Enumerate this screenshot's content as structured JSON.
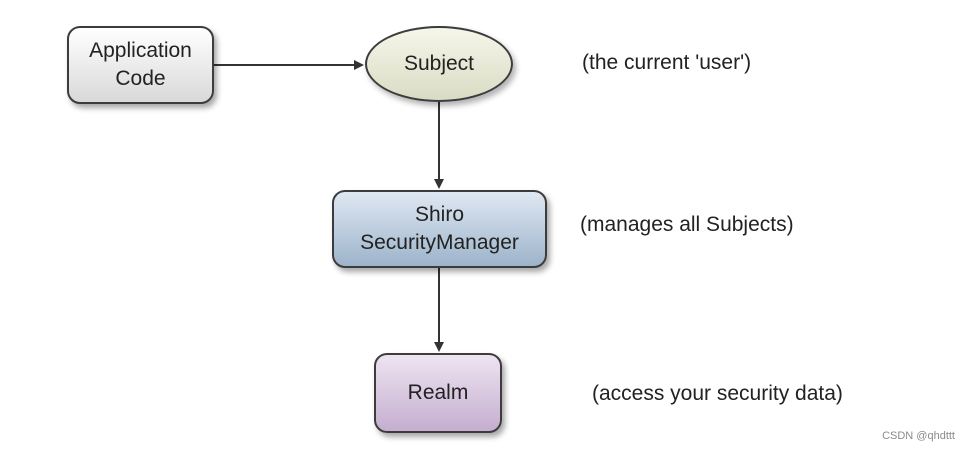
{
  "nodes": {
    "application_code": "Application\nCode",
    "subject": "Subject",
    "security_manager": "Shiro\nSecurityManager",
    "realm": "Realm"
  },
  "annotations": {
    "subject": "(the current 'user')",
    "security_manager": "(manages all Subjects)",
    "realm": "(access your security data)"
  },
  "watermark": "CSDN @qhdttt",
  "colors": {
    "application_code_fill": "#e6e6e6",
    "subject_fill": "#e8eada",
    "security_manager_fill": "#b9cadc",
    "realm_fill": "#d6c4dd",
    "border": "#3c3c3c",
    "arrow": "#333333"
  }
}
